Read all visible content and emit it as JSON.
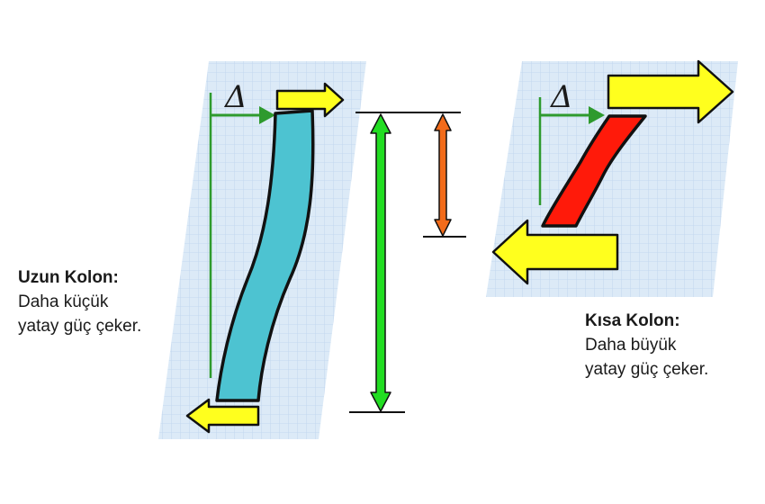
{
  "long_column": {
    "title": "Uzun Kolon:",
    "line1": "Daha küçük",
    "line2": "yatay güç çeker.",
    "displacement_symbol": "Δ",
    "color": "#4DC3D1"
  },
  "short_column": {
    "title": "Kısa Kolon:",
    "line1": "Daha büyük",
    "line2": "yatay güç çeker.",
    "displacement_symbol": "Δ",
    "color": "#FF1A0A"
  },
  "colors": {
    "grid_background": "#DCEAF7",
    "grid_line": "#BCD3EE",
    "force_arrow": "#FFFF1E",
    "displacement_arrow": "#2E9A2E",
    "long_height_arrow": "#22DD22",
    "short_height_arrow": "#F26B1A"
  },
  "icons": [
    "force-arrow-icon",
    "displacement-arrow-icon",
    "dimension-arrow-icon"
  ]
}
